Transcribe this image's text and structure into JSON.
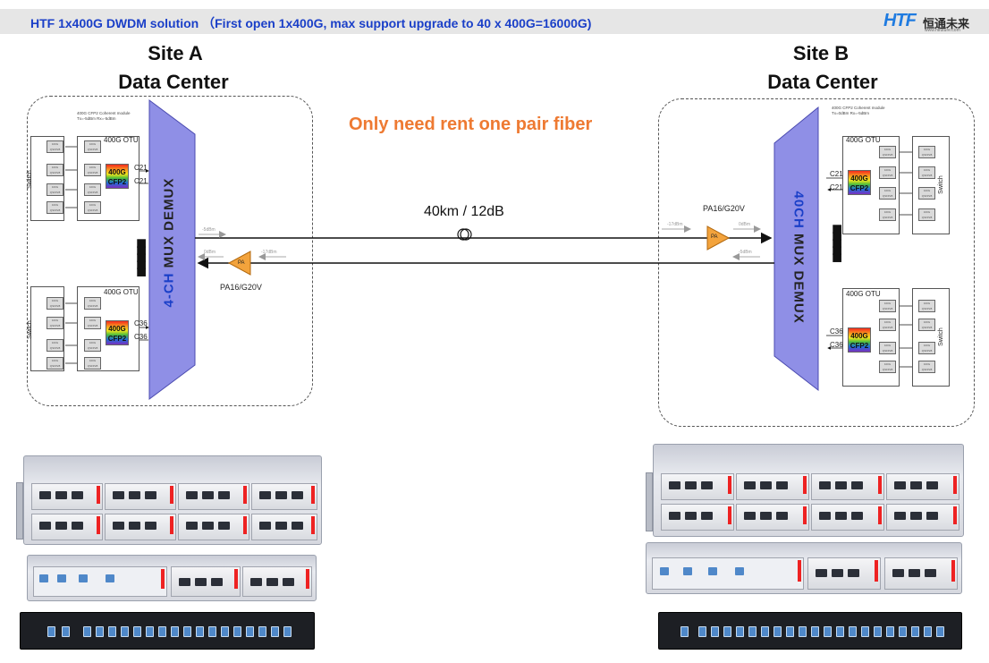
{
  "header": {
    "title": "HTF 1x400G DWDM solution （First open 1x400G, max support upgrade to 40 x 400G=16000G)",
    "logo_text": "HTF",
    "logo_cn": "恒通未来",
    "logo_url": "www.htfuture.com"
  },
  "site_a": {
    "name": "Site A",
    "subtitle": "Data Center",
    "mux_label_ch": "4-CH",
    "mux_label_rest": " MUX DEMUX",
    "note": "400G CFP2 Coherent module Tx=-5dBm Rx=-5dBm",
    "amp_label": "PA16/G20V",
    "pa_text": "PA",
    "power_in": "-17dBm",
    "power_out": "0dBm",
    "power_tx": "-5dBm"
  },
  "site_b": {
    "name": "Site B",
    "subtitle": "Data Center",
    "mux_label_ch": "40CH",
    "mux_label_rest": " MUX DEMUX",
    "note": "400G CFP2 Coherent module Tx=0dBm Rx=-5dBm",
    "amp_label": "PA16/G20V",
    "pa_text": "PA",
    "power_in": "-17dBm",
    "power_out": "0dBm",
    "power_tx": "-5dBm"
  },
  "link": {
    "rent_text": "Only need rent one pair fiber",
    "span": "40km / 12dB"
  },
  "otu": {
    "title": "400G OTU",
    "switch_label": "Switch",
    "module_label": "100G QSFP28",
    "cfp_line1": "400G",
    "cfp_line2": "CFP2",
    "channel_top": "C21",
    "channel_bottom": "C36",
    "dots": "■\n■\n■\n■\n■"
  },
  "colors": {
    "title_blue": "#1a3fc8",
    "rent_orange": "#ee7a32",
    "mux_fill": "#8f8fe6",
    "amp_fill": "#f3a33c"
  }
}
